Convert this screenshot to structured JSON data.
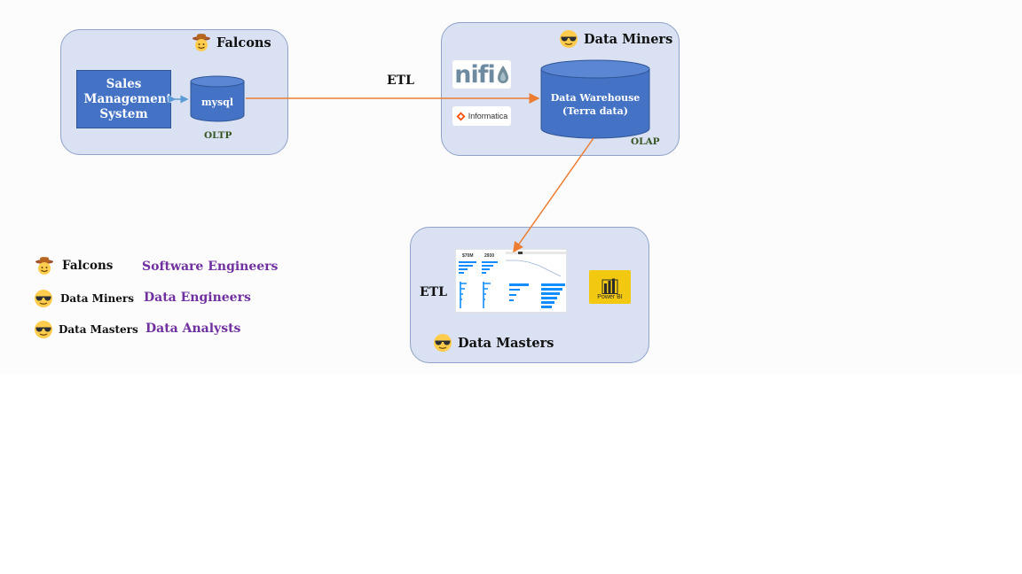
{
  "groups": {
    "falcons": {
      "title": "Falcons",
      "icon": "cowboy-emoji-icon"
    },
    "data_miners": {
      "title": "Data Miners",
      "icon": "sunglasses-emoji-icon"
    },
    "data_masters": {
      "title": "Data Masters",
      "icon": "sunglasses-emoji-icon"
    }
  },
  "nodes": {
    "sales_system": {
      "label": "Sales Management System"
    },
    "mysql": {
      "label": "mysql"
    },
    "oltp": {
      "label": "OLTP"
    },
    "warehouse": {
      "line1": "Data Warehouse",
      "line2": "(Terra data)"
    },
    "olap": {
      "label": "OLAP"
    }
  },
  "edges": {
    "etl_top": {
      "label": "ETL"
    },
    "etl_reports": {
      "label": "ETL"
    }
  },
  "logos": {
    "nifi": {
      "text": "nifi",
      "icon": "nifi-drop-icon"
    },
    "informatica": {
      "text": "Informatica",
      "icon": "informatica-icon"
    },
    "powerbi": {
      "text": "Power BI",
      "icon": "powerbi-icon"
    }
  },
  "dashboard": {
    "kpi1": "$70M",
    "kpi2": "2930"
  },
  "legend": [
    {
      "name": "Falcons",
      "role": "Software Engineers",
      "icon": "cowboy-emoji-icon"
    },
    {
      "name": "Data Miners",
      "role": "Data Engineers",
      "icon": "sunglasses-emoji-icon"
    },
    {
      "name": "Data Masters",
      "role": "Data Analysts",
      "icon": "sunglasses-emoji-icon"
    }
  ],
  "colors": {
    "group_fill": "#d9e1f2",
    "node_blue": "#4472c4",
    "arrow_orange": "#ed7d31",
    "role_purple": "#7030a0",
    "db_label_green": "#375623"
  }
}
